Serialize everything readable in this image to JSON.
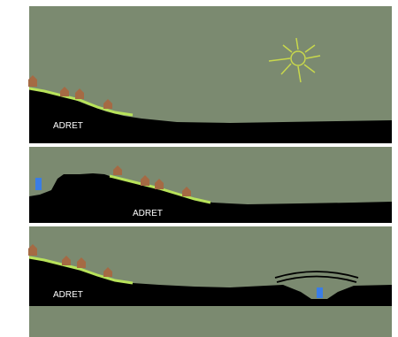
{
  "panels": [
    {
      "label": "ADRET"
    },
    {
      "label": "ADRET"
    },
    {
      "label": "ADRET"
    }
  ],
  "colors": {
    "sky": "#7b8a70",
    "ground": "#000000",
    "slope_line": "#b8e35a",
    "house": "#a56a44",
    "water": "#3a7de6",
    "sun": "#c8d84c",
    "frame": "#ffffff"
  },
  "icons": [
    "sun-icon",
    "house-icon",
    "water-icon",
    "bridge-icon"
  ]
}
